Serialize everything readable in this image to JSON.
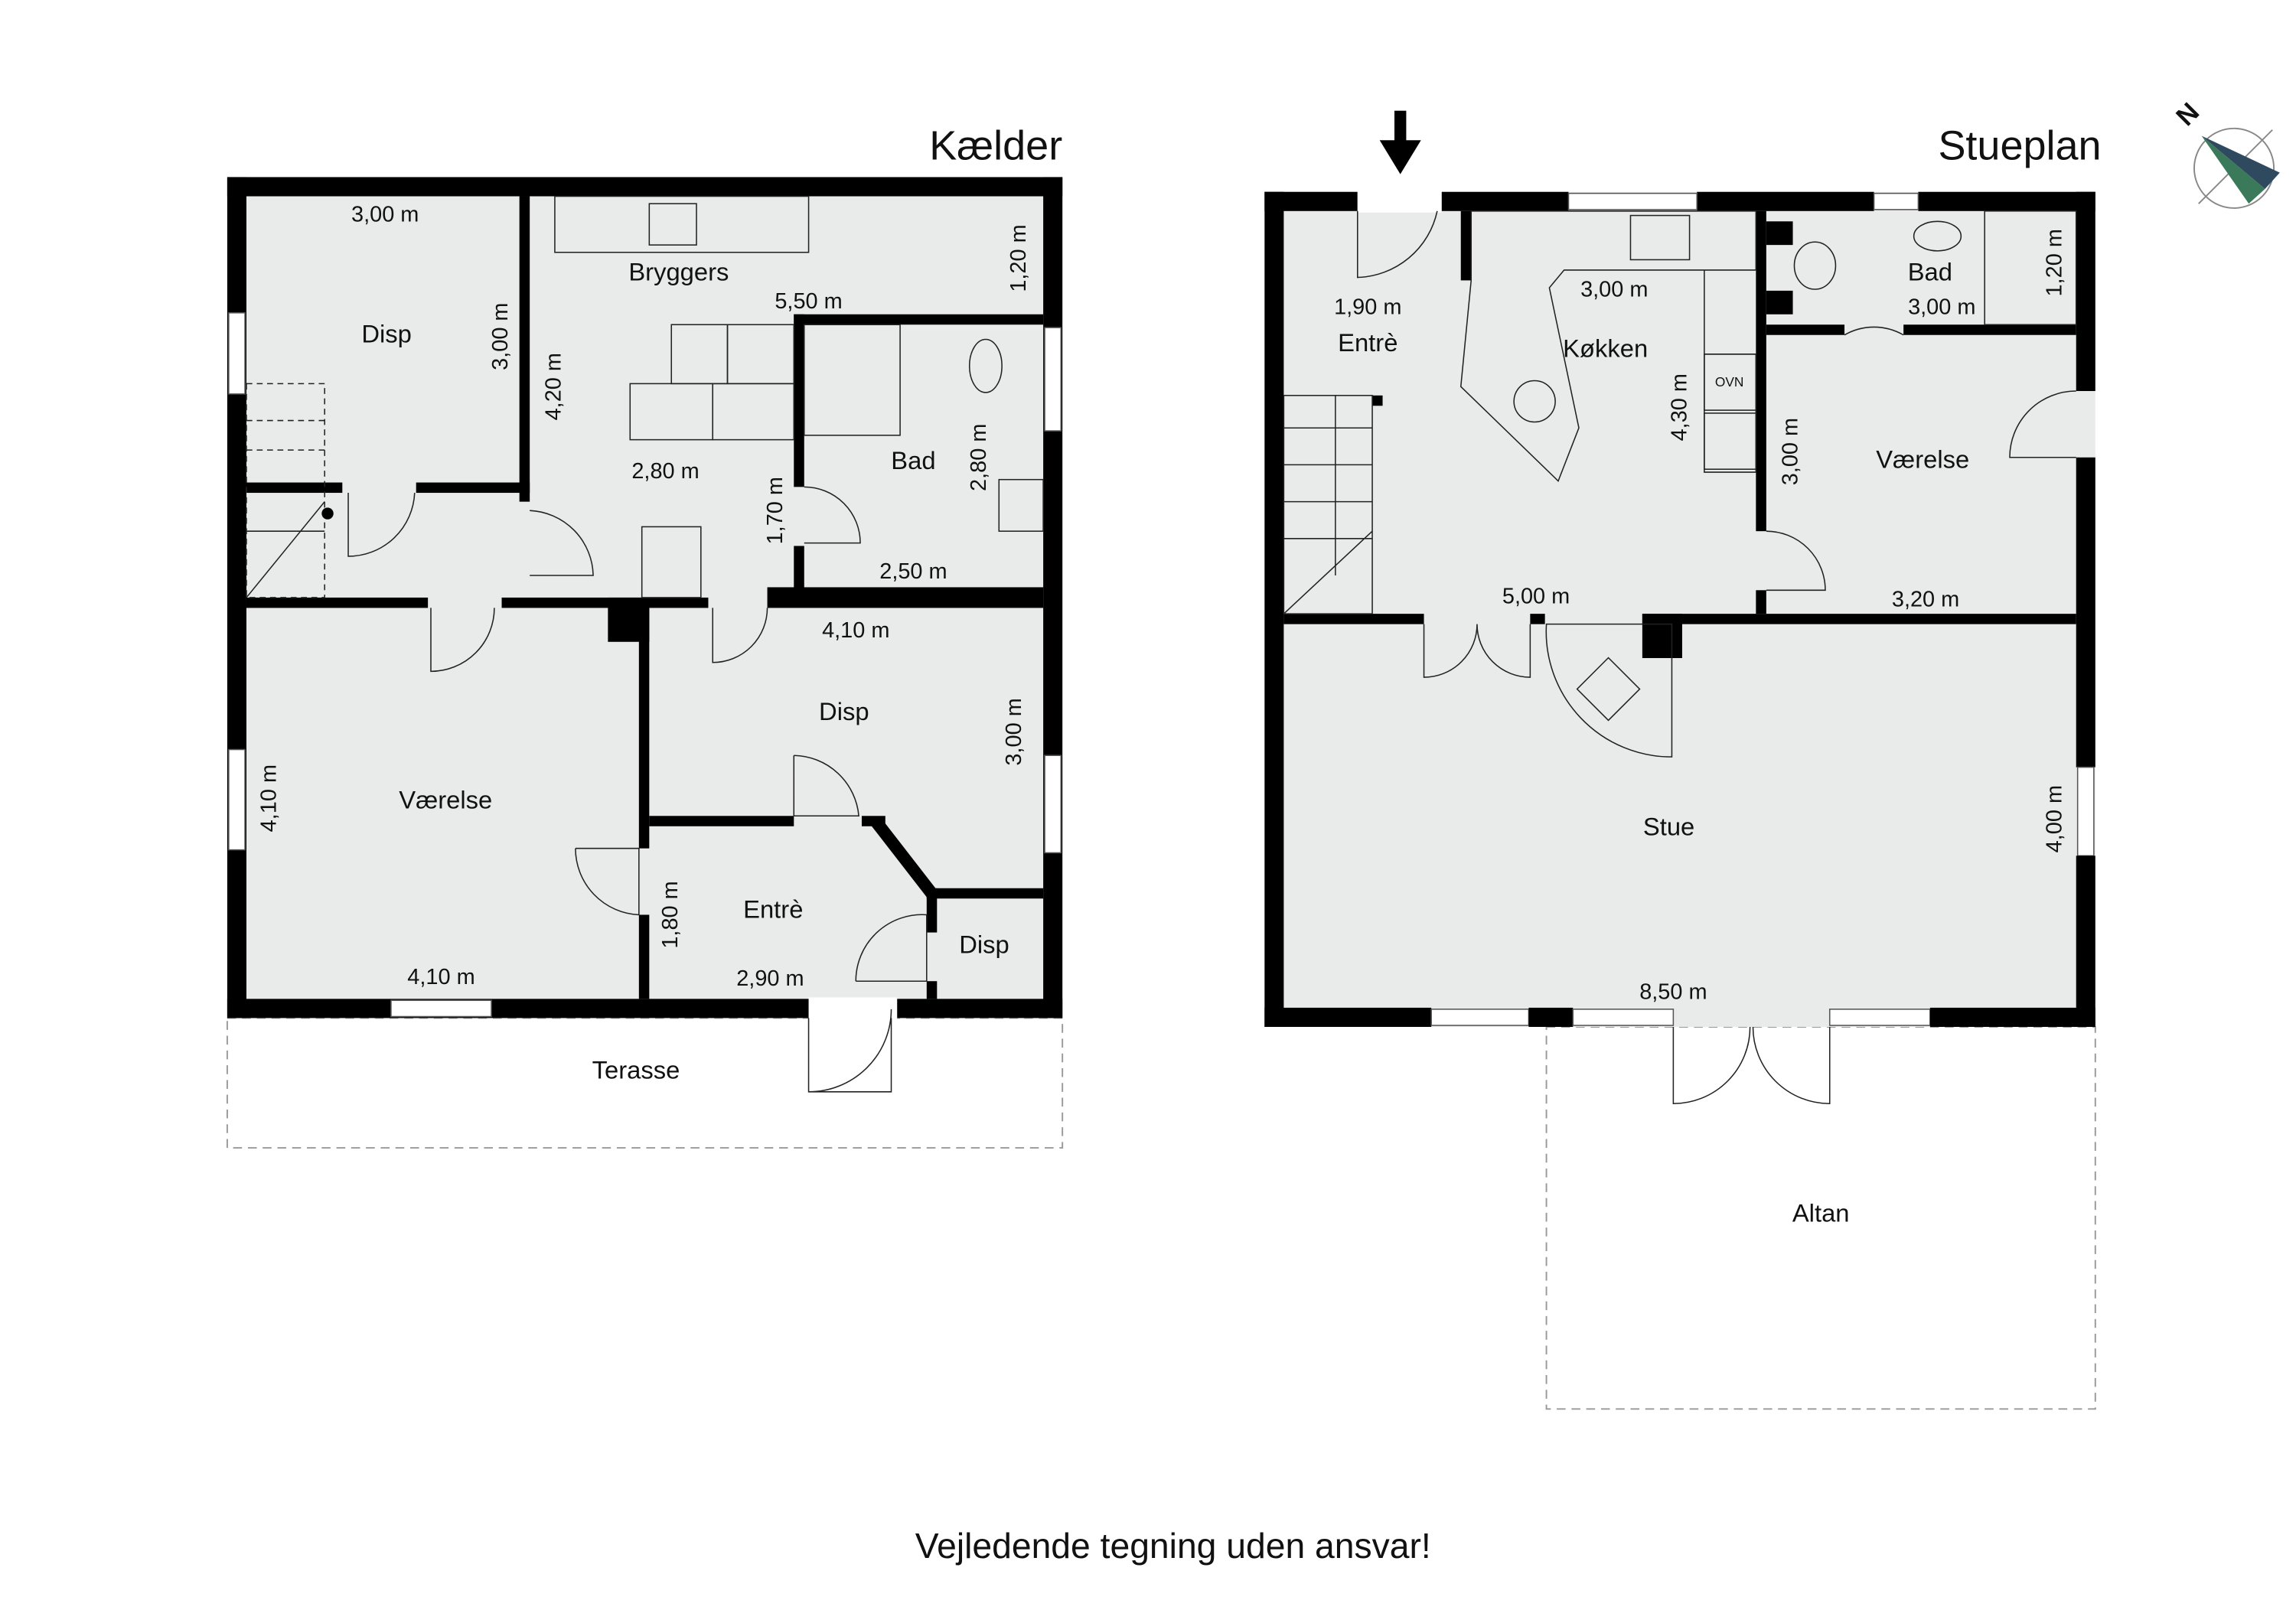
{
  "kaelder": {
    "title": "Kælder",
    "rooms": {
      "disp1": "Disp",
      "bryggers": "Bryggers",
      "bad": "Bad",
      "vaerelse": "Værelse",
      "disp2": "Disp",
      "entre": "Entrè",
      "disp3": "Disp",
      "terasse": "Terasse"
    },
    "dims": [
      "3,00 m",
      "3,00 m",
      "4,20 m",
      "5,50 m",
      "1,20 m",
      "2,80 m",
      "1,70 m",
      "2,80 m",
      "2,50 m",
      "4,10 m",
      "3,00 m",
      "4,10 m",
      "4,10 m",
      "1,80 m",
      "2,90 m"
    ]
  },
  "stueplan": {
    "title": "Stueplan",
    "rooms": {
      "entre": "Entrè",
      "koekken": "Køkken",
      "bad": "Bad",
      "vaerelse": "Værelse",
      "stue": "Stue",
      "altan": "Altan"
    },
    "oven_label": "OVN",
    "dims": [
      "1,90 m",
      "3,00 m",
      "4,30 m",
      "3,00 m",
      "1,20 m",
      "3,00 m",
      "5,00 m",
      "3,20 m",
      "4,00 m",
      "8,50 m"
    ]
  },
  "compass": {
    "north_label": "N",
    "colors": {
      "needle_dark": "#2f4a5e",
      "needle_green": "#3a7a5a"
    }
  },
  "footer": "Vejledende tegning uden ansvar!",
  "colors": {
    "floor": "#e9eaea",
    "wall": "#000000"
  }
}
